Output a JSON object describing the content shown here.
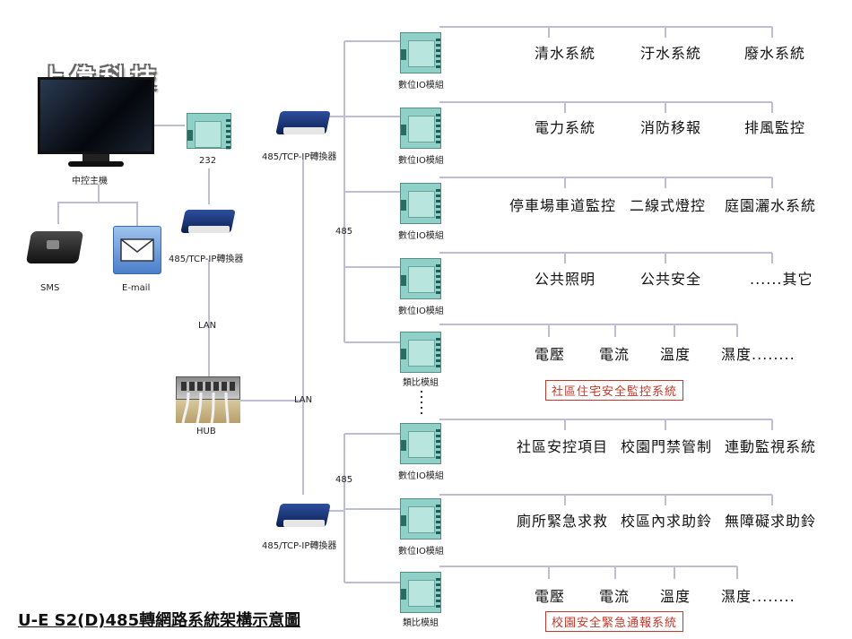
{
  "brand": {
    "text": "上偉科技"
  },
  "title": "U-E S2(D)485轉網路系統架構示意圖",
  "left": {
    "monitor_label": "中控主機",
    "port232_label": "232",
    "sms_label": "SMS",
    "email_label": "E-mail",
    "converter_label": "485/TCP-IP轉換器",
    "lan_label": "LAN",
    "hub_label": "HUB",
    "lan2_label": "LAN"
  },
  "top_group": {
    "converter_label": "485/TCP-IP轉換器",
    "bus_label": "485",
    "modules": [
      {
        "label": "數位IO模組",
        "items": [
          "清水系統",
          "汙水系統",
          "廢水系統"
        ]
      },
      {
        "label": "數位IO模組",
        "items": [
          "電力系統",
          "消防移報",
          "排風監控"
        ]
      },
      {
        "label": "數位IO模組",
        "items": [
          "停車場車道監控",
          "二線式燈控",
          "庭園灑水系統"
        ]
      },
      {
        "label": "數位IO模組",
        "items": [
          "公共照明",
          "公共安全",
          "......其它"
        ]
      },
      {
        "label": "類比模組",
        "items": [
          "電壓",
          "電流",
          "溫度",
          "濕度........"
        ]
      }
    ],
    "caption": "社區住宅安全監控系統"
  },
  "bottom_group": {
    "converter_label": "485/TCP-IP轉換器",
    "bus_label": "485",
    "modules": [
      {
        "label": "數位IO模組",
        "items": [
          "社區安控項目",
          "校園門禁管制",
          "連動監視系統"
        ]
      },
      {
        "label": "數位IO模組",
        "items": [
          "廁所緊急求救",
          "校區內求助鈴",
          "無障礙求助鈴"
        ]
      },
      {
        "label": "類比模組",
        "items": [
          "電壓",
          "電流",
          "溫度",
          "濕度........"
        ]
      }
    ],
    "caption": "校園安全緊急通報系統"
  },
  "colors": {
    "line": "#bdbdd6",
    "caption_red": "#c0392b",
    "module": "#8fd0c8",
    "converter": "#1a2f6e"
  }
}
